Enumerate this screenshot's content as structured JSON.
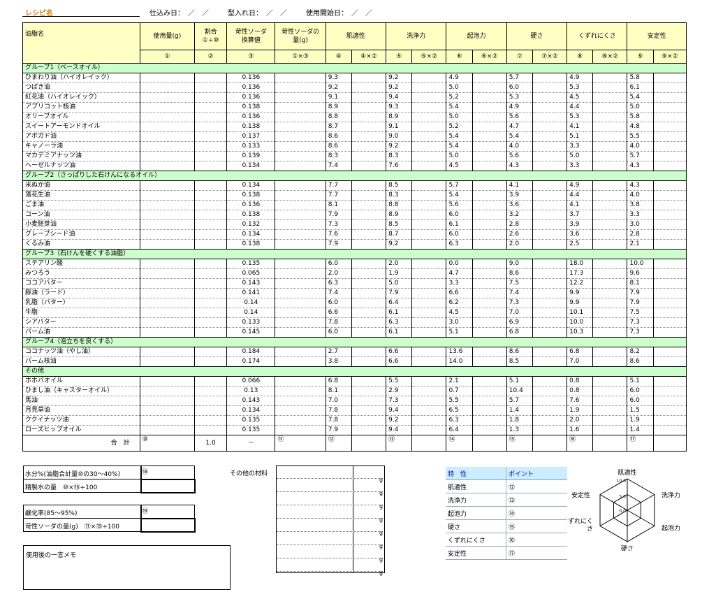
{
  "header": {
    "recipe_name": "レシピ名",
    "shikomi": "仕込み日：　／　／",
    "katairebi": "型入れ日：　／　／",
    "shiyou": "使用開始日：　／　／"
  },
  "columns": {
    "oil_name": "油脂名",
    "amount": "使用量(g)",
    "ratio": "割合",
    "ratio_sub": "①÷⑩",
    "naoh_factor1": "苛性ソーダ",
    "naoh_factor2": "換算値",
    "naoh_amount1": "苛性ソーダの",
    "naoh_amount2": "量(g)",
    "props": [
      "肌適性",
      "洗浄力",
      "起泡力",
      "硬さ",
      "くずれにくさ",
      "安定性"
    ],
    "sub": [
      "①",
      "②",
      "③",
      "①×③",
      "④",
      "④×②",
      "⑤",
      "⑤×②",
      "⑥",
      "⑥×②",
      "⑦",
      "⑦×②",
      "⑧",
      "⑧×②",
      "⑨",
      "⑨×②"
    ]
  },
  "groups": [
    {
      "label": "グループ1（ベースオイル）",
      "rows": [
        [
          "ひまわり油（ハイオレイック）",
          "0.136",
          "9.3",
          "9.2",
          "4.9",
          "5.7",
          "4.9",
          "5.8"
        ],
        [
          "つばき油",
          "0.136",
          "9.2",
          "9.2",
          "5.0",
          "6.0",
          "5.3",
          "6.1"
        ],
        [
          "紅花油（ハイオレイック）",
          "0.136",
          "9.1",
          "9.4",
          "5.2",
          "5.3",
          "4.5",
          "5.4"
        ],
        [
          "アプリコット核油",
          "0.138",
          "8.9",
          "9.3",
          "5.4",
          "4.9",
          "4.4",
          "5.0"
        ],
        [
          "オリーブオイル",
          "0.136",
          "8.8",
          "8.9",
          "5.0",
          "5.6",
          "5.3",
          "5.8"
        ],
        [
          "スイートアーモンドオイル",
          "0.138",
          "8.7",
          "9.1",
          "5.2",
          "4.7",
          "4.1",
          "4.8"
        ],
        [
          "アボガド油",
          "0.137",
          "8.6",
          "9.0",
          "5.4",
          "5.4",
          "5.1",
          "5.5"
        ],
        [
          "キャノーラ油",
          "0.133",
          "8.6",
          "9.2",
          "5.4",
          "4.0",
          "3.3",
          "4.0"
        ],
        [
          "マカデミアナッツ油",
          "0.139",
          "8.3",
          "8.3",
          "5.0",
          "5.6",
          "5.0",
          "5.7"
        ],
        [
          "ヘーゼルナッツ油",
          "0.134",
          "7.4",
          "7.6",
          "4.5",
          "4.3",
          "3.3",
          "4.3"
        ]
      ]
    },
    {
      "label": "グループ2（さっぱりした石けんになるオイル）",
      "rows": [
        [
          "米ぬか油",
          "0.134",
          "7.7",
          "8.5",
          "5.7",
          "4.1",
          "4.9",
          "4.3"
        ],
        [
          "落花生油",
          "0.138",
          "7.7",
          "8.3",
          "5.4",
          "3.9",
          "4.4",
          "4.0"
        ],
        [
          "ごま油",
          "0.136",
          "8.1",
          "8.8",
          "5.6",
          "3.6",
          "4.1",
          "3.8"
        ],
        [
          "コーン油",
          "0.138",
          "7.9",
          "8.9",
          "6.0",
          "3.2",
          "3.7",
          "3.3"
        ],
        [
          "小麦胚芽油",
          "0.132",
          "7.3",
          "8.5",
          "6.1",
          "2.8",
          "3.9",
          "3.0"
        ],
        [
          "グレープシード油",
          "0.134",
          "7.6",
          "8.7",
          "6.0",
          "2.6",
          "3.6",
          "2.8"
        ],
        [
          "くるみ油",
          "0.138",
          "7.9",
          "9.2",
          "6.3",
          "2.0",
          "2.5",
          "2.1"
        ]
      ]
    },
    {
      "label": "グループ3（石けんを硬くする油脂）",
      "rows": [
        [
          "ステアリン酸",
          "0.135",
          "6.0",
          "2.0",
          "0.0",
          "9.0",
          "18.0",
          "10.0"
        ],
        [
          "みつろう",
          "0.065",
          "2.0",
          "1.9",
          "4.7",
          "8.6",
          "17.3",
          "9.6"
        ],
        [
          "ココアバター",
          "0.143",
          "6.3",
          "5.0",
          "3.3",
          "7.5",
          "12.2",
          "8.1"
        ],
        [
          "豚油（ラード）",
          "0.141",
          "7.4",
          "7.9",
          "6.6",
          "7.4",
          "9.9",
          "7.9"
        ],
        [
          "乳脂（バター）",
          "0.14",
          "6.0",
          "6.4",
          "6.2",
          "7.3",
          "9.9",
          "7.9"
        ],
        [
          "牛脂",
          "0.14",
          "6.6",
          "6.1",
          "4.5",
          "7.0",
          "10.1",
          "7.5"
        ],
        [
          "シアバター",
          "0.133",
          "7.8",
          "6.3",
          "3.0",
          "6.9",
          "10.0",
          "7.3"
        ],
        [
          "パーム油",
          "0.145",
          "6.0",
          "6.1",
          "5.1",
          "6.8",
          "10.3",
          "7.3"
        ]
      ]
    },
    {
      "label": "グループ4（泡立ちを良くする）",
      "rows": [
        [
          "ココナッツ油（やし油）",
          "0.184",
          "2.7",
          "6.6",
          "13.6",
          "8.6",
          "6.8",
          "8.2"
        ],
        [
          "パーム核油",
          "0.174",
          "3.8",
          "6.6",
          "14.0",
          "8.5",
          "7.0",
          "8.6"
        ]
      ]
    },
    {
      "label": "その他",
      "rows": [
        [
          "ホホバオイル",
          "0.066",
          "6.8",
          "5.5",
          "2.1",
          "5.1",
          "0.8",
          "5.1"
        ],
        [
          "ひまし油（キャスターオイル）",
          "0.13",
          "8.1",
          "2.9",
          "0.7",
          "10.4",
          "0.8",
          "6.0"
        ],
        [
          "馬油",
          "0.143",
          "7.0",
          "7.3",
          "5.5",
          "5.7",
          "7.6",
          "6.0"
        ],
        [
          "月見草油",
          "0.134",
          "7.8",
          "9.4",
          "6.5",
          "1.4",
          "1.9",
          "1.5"
        ],
        [
          "ククイナッツ油",
          "0.135",
          "7.8",
          "9.2",
          "6.3",
          "1.8",
          "2.0",
          "1.9"
        ],
        [
          "ローズヒップオイル",
          "0.135",
          "7.9",
          "9.4",
          "6.4",
          "1.3",
          "1.6",
          "1.4"
        ]
      ]
    }
  ],
  "total": {
    "label": "合　計",
    "amount": "⑩",
    "ratio": "1.0",
    "factor": "－",
    "naoh": "⑪",
    "p1": "⑫",
    "p2": "⑬",
    "p3": "⑭",
    "p4": "⑮",
    "p5": "⑯",
    "p6": "⑰"
  },
  "water": {
    "label1": "水分%(油脂合計量⑩の30～40%)",
    "mark1": "⑱",
    "label2": "精製水の量　⑩×⑱÷100"
  },
  "sapon": {
    "label1": "鹸化率(85～95%)",
    "mark1": "⑲",
    "label2": "苛性ソーダの量(g)　⑪×⑲÷100"
  },
  "memo": {
    "label": "使用後の一言メモ"
  },
  "other": {
    "label": "その他の材料",
    "unit": "g"
  },
  "characteristics": {
    "h1": "特　性",
    "h2": "ポイント",
    "rows": [
      [
        "肌適性",
        "⑫"
      ],
      [
        "洗浄力",
        "⑬"
      ],
      [
        "起泡力",
        "⑭"
      ],
      [
        "硬さ",
        "⑮"
      ],
      [
        "くずれにくさ",
        "⑯"
      ],
      [
        "安定性",
        "⑰"
      ]
    ]
  },
  "radar": {
    "axes": [
      "肌適性",
      "洗浄力",
      "起泡力",
      "硬さ",
      "くずれにく\nさ",
      "安定性"
    ],
    "tick_max": "10.0",
    "tick_mid": "5.0",
    "tick_min": "0.0"
  }
}
